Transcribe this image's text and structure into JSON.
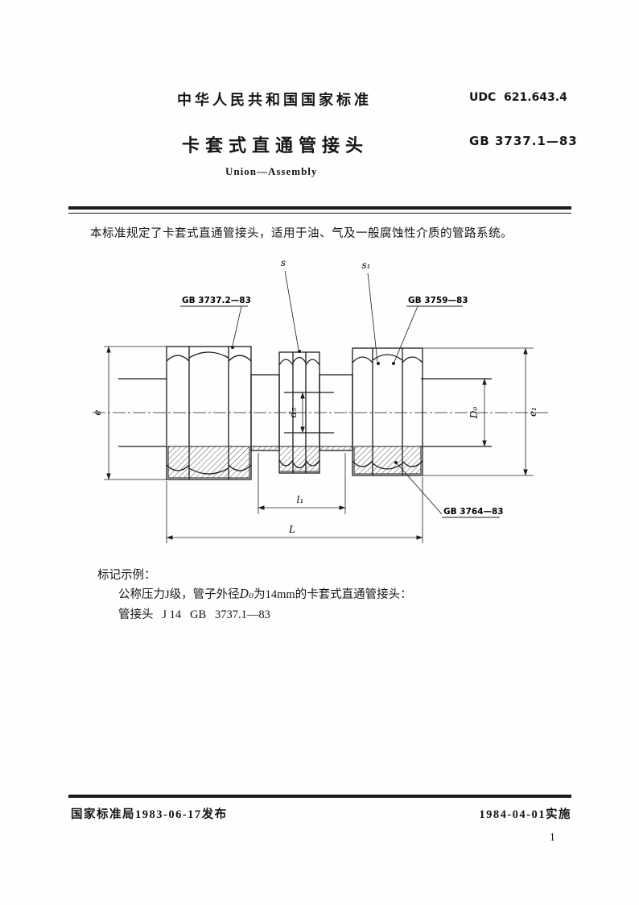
{
  "header": {
    "national_standard": "中华人民共和国国家标准",
    "udc": "UDC  621.643.4",
    "title": "卡套式直通管接头",
    "standard_no": "GB 3737.1—83",
    "subtitle": "Union—Assembly"
  },
  "intro": {
    "text": "本标准规定了卡套式直通管接头，适用于油、气及一般腐蚀性介质的管路系统。"
  },
  "figure": {
    "callouts": {
      "s": "s",
      "s1": "s₁",
      "gb_3737_2": "GB 3737.2—83",
      "gb_3759": "GB 3759—83",
      "gb_3764": "GB 3764—83"
    },
    "dimensions": {
      "e": "e",
      "e1": "e₁",
      "d0": "D₀",
      "d5": "d₅",
      "l1": "l₁",
      "l": "L"
    }
  },
  "example": {
    "heading": "标记示例：",
    "line1_pre": "公称压力J级，管子外径",
    "line1_d0": "D₀",
    "line1_post": "为14mm的卡套式直通管接头：",
    "line2": "管接头   J 14   GB   3737.1—83"
  },
  "footer": {
    "issued": "国家标准局1983-06-17发布",
    "implemented": "1984-04-01实施",
    "page_number": "1"
  }
}
